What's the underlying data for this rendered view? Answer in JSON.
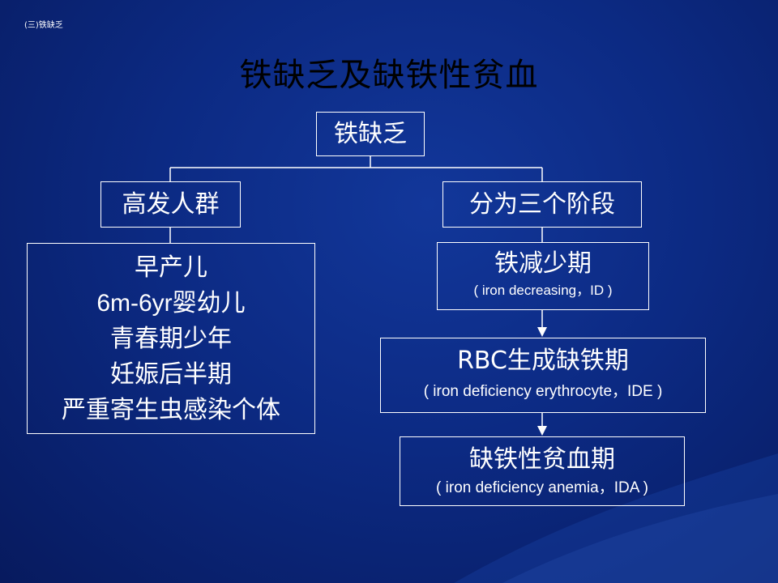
{
  "slide": {
    "corner_label": "(三)铁缺乏",
    "title": "铁缺乏及缺铁性贫血"
  },
  "diagram": {
    "root": "铁缺乏",
    "left_branch": "高发人群",
    "right_branch": "分为三个阶段",
    "groups": [
      "早产儿",
      "6m-6yr婴幼儿",
      "青春期少年",
      "妊娠后半期",
      "严重寄生虫感染个体"
    ],
    "stages": [
      {
        "name": "铁减少期",
        "subtitle": "( iron decreasing，ID )"
      },
      {
        "name": "RBC生成缺铁期",
        "subtitle": "( iron deficiency erythrocyte，IDE )"
      },
      {
        "name": "缺铁性贫血期",
        "subtitle": "( iron deficiency anemia，IDA )"
      }
    ]
  },
  "colors": {
    "background": "#0c2a83",
    "title_text": "#000000",
    "box_border": "#ffffff",
    "text": "#ffffff"
  }
}
